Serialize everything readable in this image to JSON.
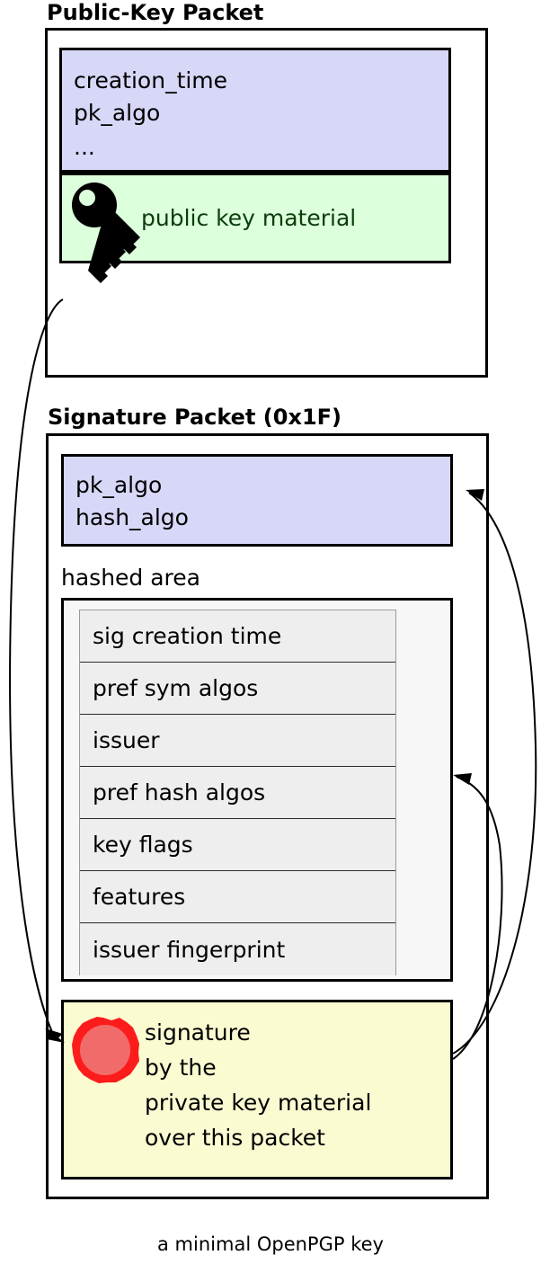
{
  "caption": "a minimal OpenPGP key",
  "colors": {
    "purple_fill": "#d7d7f8",
    "green_fill": "#dcffdc",
    "yellow_fill": "#fbfbd2",
    "hashed_fill": "#f7f7f7",
    "subpacket_fill": "#eeeeee",
    "stroke": "#000000",
    "seal_red_outer": "#fc1c1c",
    "seal_red_inner": "#f26b6b",
    "green_text": "#0b3d0b"
  },
  "packets": [
    {
      "id": "public-key-packet",
      "title": "Public-Key Packet",
      "fields": [
        {
          "id": "pk-header-fields",
          "style": "purple",
          "lines": [
            "creation_time",
            "pk_algo",
            "..."
          ]
        },
        {
          "id": "public-key-material",
          "style": "green",
          "icon": "key-icon",
          "lines": [
            "public key material"
          ]
        }
      ]
    },
    {
      "id": "signature-packet",
      "title": "Signature Packet (0x1F)",
      "fields": [
        {
          "id": "sig-algo-fields",
          "style": "purple",
          "lines": [
            "pk_algo",
            "hash_algo"
          ]
        },
        {
          "id": "signature-value",
          "style": "yellow",
          "icon": "seal-icon",
          "lines": [
            "signature",
            "by the",
            "private key material",
            "over this packet"
          ]
        }
      ],
      "hashed_area": {
        "label": "hashed area",
        "subpackets": [
          "sig creation time",
          "pref sym algos",
          "issuer",
          "pref hash algos",
          "key flags",
          "features",
          "issuer fingerprint"
        ]
      }
    }
  ],
  "arrows": [
    {
      "id": "arrow-pubkey-to-signature",
      "from": "public-key-packet",
      "to": "signature-value"
    },
    {
      "id": "arrow-signature-to-algos",
      "from": "signature-value",
      "to": "sig-algo-fields"
    },
    {
      "id": "arrow-signature-to-hashed-area",
      "from": "signature-value",
      "to": "hashed-area"
    }
  ]
}
